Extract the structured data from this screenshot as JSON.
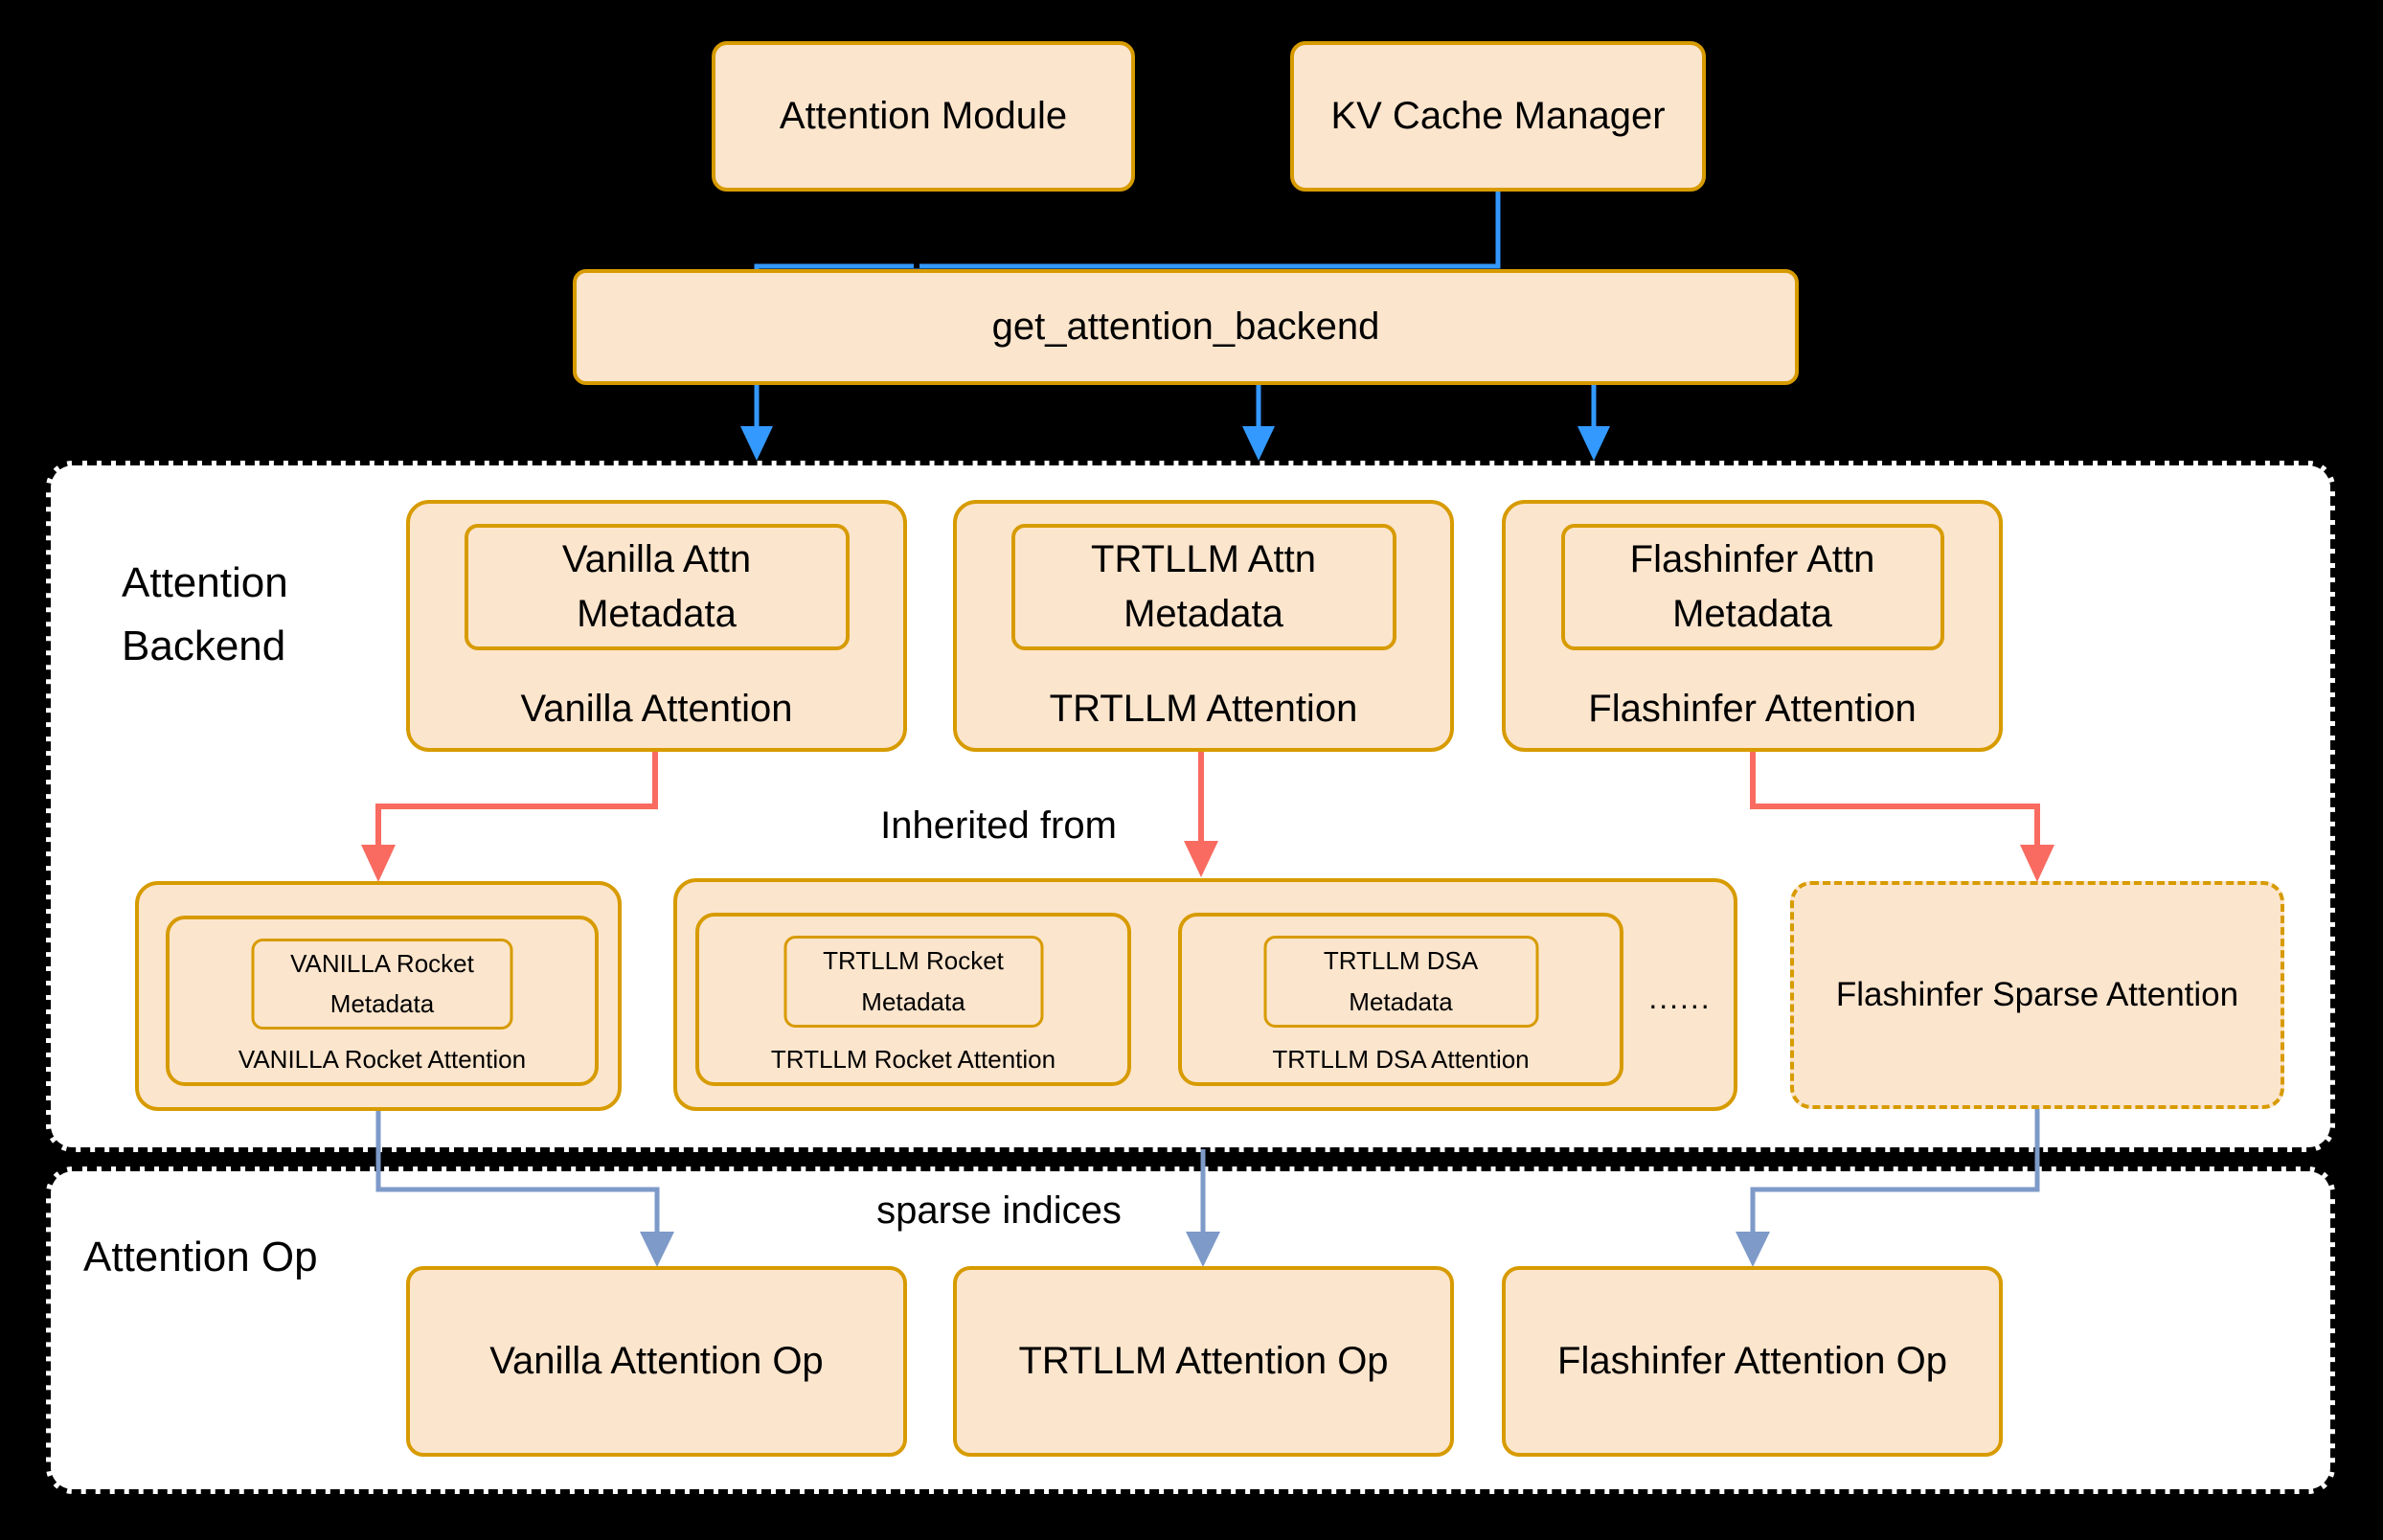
{
  "colors": {
    "page_background": "#000000",
    "node_fill": "#FCE5CD",
    "node_border": "#D79B00",
    "container_fill": "#FFFFFF",
    "container_border": "#000000",
    "arrow_blue": "#3399FF",
    "arrow_red": "#F96B60",
    "arrow_steel_blue": "#7D9AC8",
    "text": "#000000"
  },
  "top": {
    "attention_module": "Attention Module",
    "kv_cache_manager": "KV Cache Manager",
    "get_attention_backend": "get_attention_backend"
  },
  "backend_section": {
    "label_line1": "Attention",
    "label_line2": "Backend",
    "inherited_from_label": "Inherited from",
    "backends": [
      {
        "title": "Vanilla Attention",
        "meta_line1": "Vanilla Attn",
        "meta_line2": "Metadata"
      },
      {
        "title": "TRTLLM Attention",
        "meta_line1": "TRTLLM Attn",
        "meta_line2": "Metadata"
      },
      {
        "title": "Flashinfer Attention",
        "meta_line1": "Flashinfer Attn",
        "meta_line2": "Metadata"
      }
    ],
    "derived": {
      "vanilla_rocket": {
        "title": "VANILLA Rocket Attention",
        "meta_line1": "VANILLA Rocket",
        "meta_line2": "Metadata"
      },
      "trtllm_group": {
        "members": [
          {
            "title": "TRTLLM Rocket Attention",
            "meta_line1": "TRTLLM Rocket",
            "meta_line2": "Metadata"
          },
          {
            "title": "TRTLLM DSA Attention",
            "meta_line1": "TRTLLM DSA",
            "meta_line2": "Metadata"
          }
        ],
        "ellipsis": "......"
      },
      "flashinfer_sparse": {
        "title": "Flashinfer Sparse Attention"
      }
    }
  },
  "op_section": {
    "label": "Attention Op",
    "sparse_indices_label": "sparse indices",
    "ops": [
      {
        "title": "Vanilla Attention Op"
      },
      {
        "title": "TRTLLM Attention Op"
      },
      {
        "title": "Flashinfer Attention Op"
      }
    ]
  }
}
